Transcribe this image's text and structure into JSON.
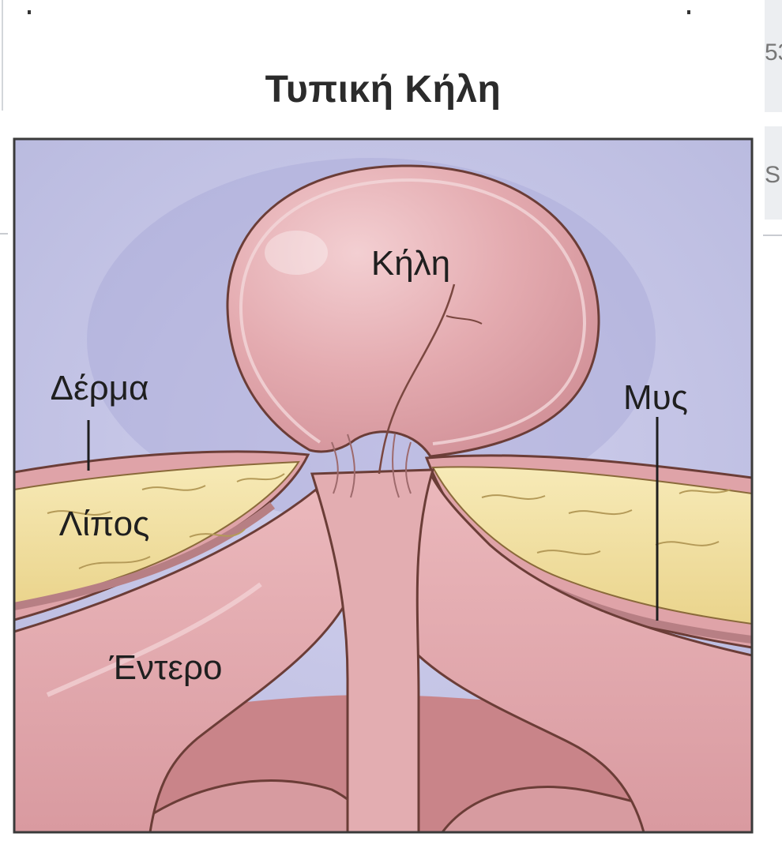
{
  "header": {
    "title": "Τυπική Κήλη"
  },
  "labels": {
    "hernia": "Κήλη",
    "skin": "Δέρμα",
    "fat": "Λίπος",
    "muscle": "Μυς",
    "intestine": "Έντερο"
  },
  "side_fragments": [
    "53",
    "S"
  ],
  "colors": {
    "background_blue": "#c6c6e6",
    "tissue_pink": "#e2a8ad",
    "fat_yellow": "#f0e1a0",
    "outline": "#6b3d37"
  }
}
